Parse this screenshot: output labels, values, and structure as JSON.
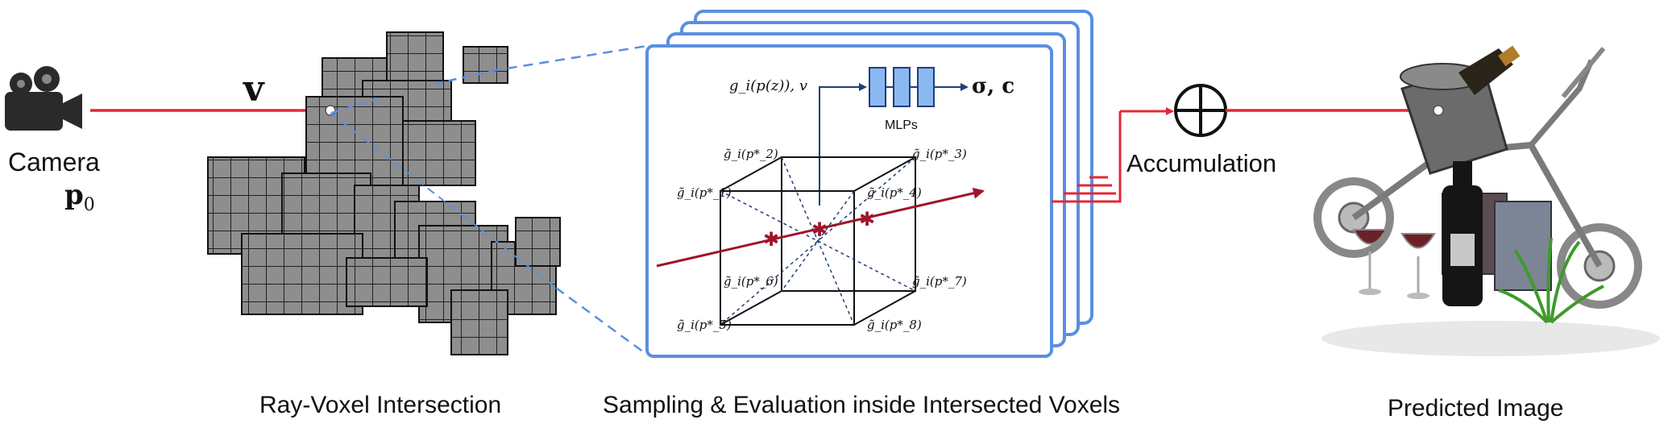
{
  "camera": {
    "label": "Camera",
    "position_symbol": "p",
    "position_subscript": "0",
    "icon": "video-camera-icon"
  },
  "ray_direction_symbol": "v",
  "voxel_section": {
    "caption": "Ray-Voxel Intersection"
  },
  "sampling_section": {
    "caption": "Sampling & Evaluation inside Intersected Voxels",
    "mlp_input": "g_i(p(z)), v",
    "mlp_label": "MLPs",
    "mlp_output": "σ, c",
    "corner_labels": [
      "g̃_i(p*_1)",
      "g̃_i(p*_2)",
      "g̃_i(p*_3)",
      "g̃_i(p*_4)",
      "g̃_i(p*_5)",
      "g̃_i(p*_6)",
      "g̃_i(p*_7)",
      "g̃_i(p*_8)"
    ]
  },
  "accumulation": {
    "label": "Accumulation",
    "icon": "circle-plus-icon"
  },
  "output_section": {
    "caption": "Predicted Image"
  },
  "colors": {
    "ray": "#e0293a",
    "frame": "#5b8fe0",
    "dashed": "#5b8fe0",
    "mlp_fill": "#8bb8f0",
    "mlp_line": "#1f3f77",
    "voxel_face": "#8c8c8c",
    "crimson": "#a0142a"
  }
}
